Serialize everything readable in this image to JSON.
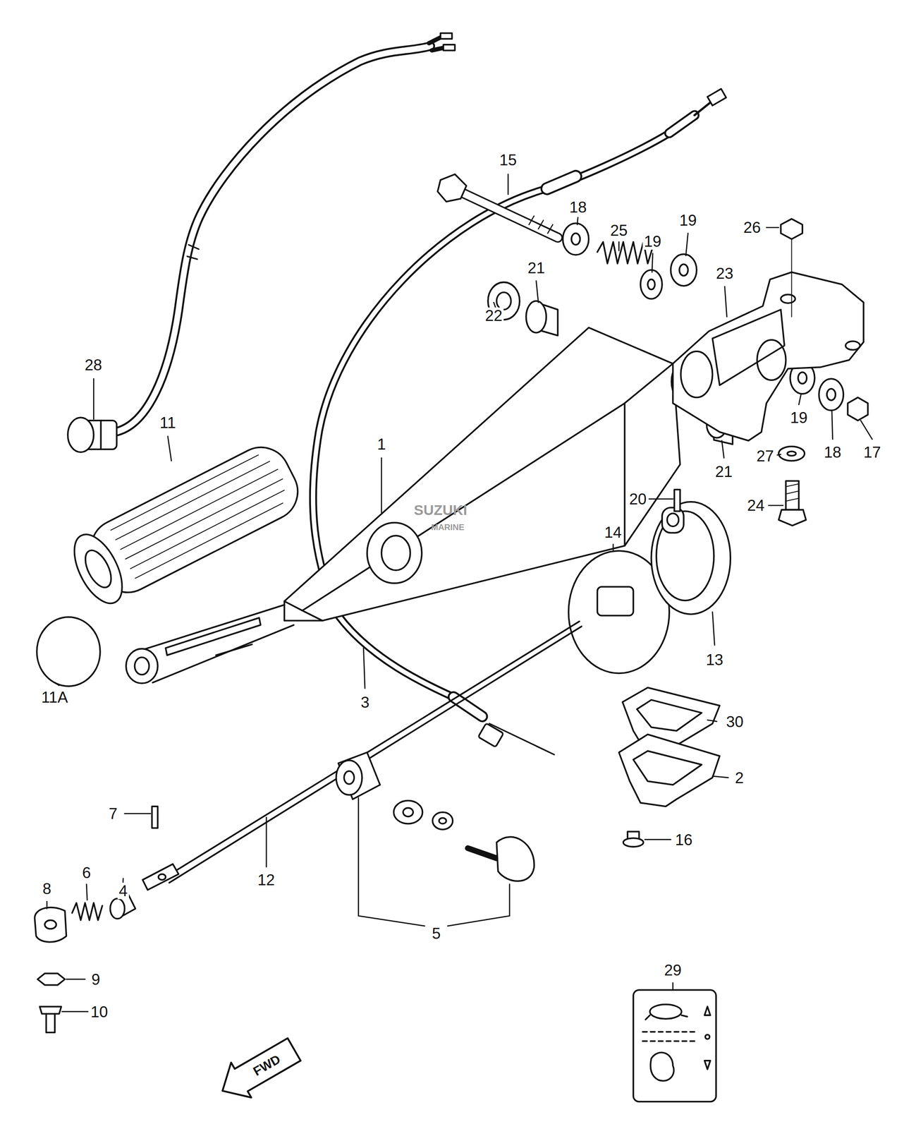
{
  "diagram": {
    "labels": [
      "15",
      "18",
      "25",
      "19",
      "26",
      "19",
      "23",
      "21",
      "22",
      "28",
      "11",
      "1",
      "19",
      "18",
      "17",
      "27",
      "21",
      "SUZUKI",
      "MARINE",
      "20",
      "24",
      "14",
      "13",
      "11A",
      "3",
      "30",
      "2",
      "7",
      "16",
      "6",
      "12",
      "4",
      "8",
      "5",
      "29",
      "9",
      "10",
      "FWD"
    ]
  }
}
